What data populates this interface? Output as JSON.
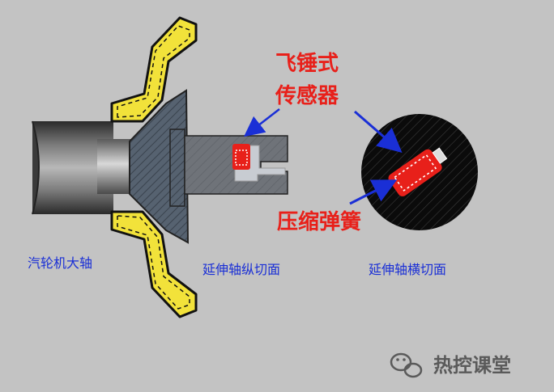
{
  "labels": {
    "sensor": [
      "飞锤式",
      "传感器"
    ],
    "spring": "压缩弹簧",
    "turbine_shaft": "汽轮机大轴",
    "longitudinal_section": "延伸轴纵切面",
    "cross_section": "延伸轴横切面"
  },
  "watermark": {
    "text": "热控课堂",
    "icon": "wechat-icon"
  },
  "colors": {
    "background": "#c3c3c3",
    "housing_fill": "#f2e23a",
    "housing_outline": "#111111",
    "shaft_light": "#9c9c9c",
    "hub_hatch": "#4f5a66",
    "extension": "#6f7379",
    "cross_section": "#0b0b0b",
    "sensor_red": "#e8201a",
    "label_blue": "#1a2fd6",
    "arrow_blue": "#1a2fd6"
  }
}
